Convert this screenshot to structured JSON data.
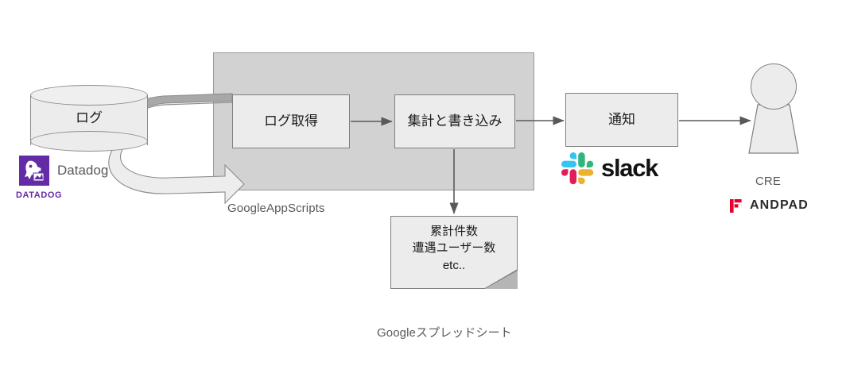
{
  "diagram": {
    "title": "Datadog log aggregation to Slack notification flow",
    "colors": {
      "container_fill": "#d2d2d2",
      "node_fill": "#ececec",
      "stroke": "#7f7f7f",
      "arrow": "#595959",
      "datadog_purple": "#632ca6",
      "andpad_red": "#e4002b",
      "slack_blue": "#36c5f0",
      "slack_green": "#2eb67d",
      "slack_red": "#e01e5a",
      "slack_yellow": "#ecb22e"
    }
  },
  "datastore": {
    "label": "ログ",
    "brand": {
      "name": "Datadog",
      "wordmark": "DATADOG"
    }
  },
  "container": {
    "caption": "GoogleAppScripts",
    "nodes": [
      {
        "id": "fetch",
        "label": "ログ取得"
      },
      {
        "id": "aggregate",
        "label": "集計と書き込み"
      }
    ]
  },
  "notify": {
    "label": "通知",
    "brand": {
      "name": "slack"
    }
  },
  "actor": {
    "caption": "CRE",
    "brand": {
      "name": "ANDPAD"
    }
  },
  "spreadsheet": {
    "lines": [
      "累計件数",
      "遭遇ユーザー数",
      "etc.."
    ],
    "caption": "Googleスプレッドシート"
  },
  "edges": [
    {
      "id": "log-to-fetch",
      "from": "ログ",
      "to": "ログ取得",
      "style": "block-loop-arrow"
    },
    {
      "id": "fetch-to-agg",
      "from": "ログ取得",
      "to": "集計と書き込み",
      "style": "arrow"
    },
    {
      "id": "agg-to-notify",
      "from": "集計と書き込み",
      "to": "通知",
      "style": "arrow"
    },
    {
      "id": "agg-to-sheet",
      "from": "集計と書き込み",
      "to": "Googleスプレッドシート",
      "style": "arrow"
    },
    {
      "id": "notify-to-cre",
      "from": "通知",
      "to": "CRE",
      "style": "arrow"
    }
  ]
}
